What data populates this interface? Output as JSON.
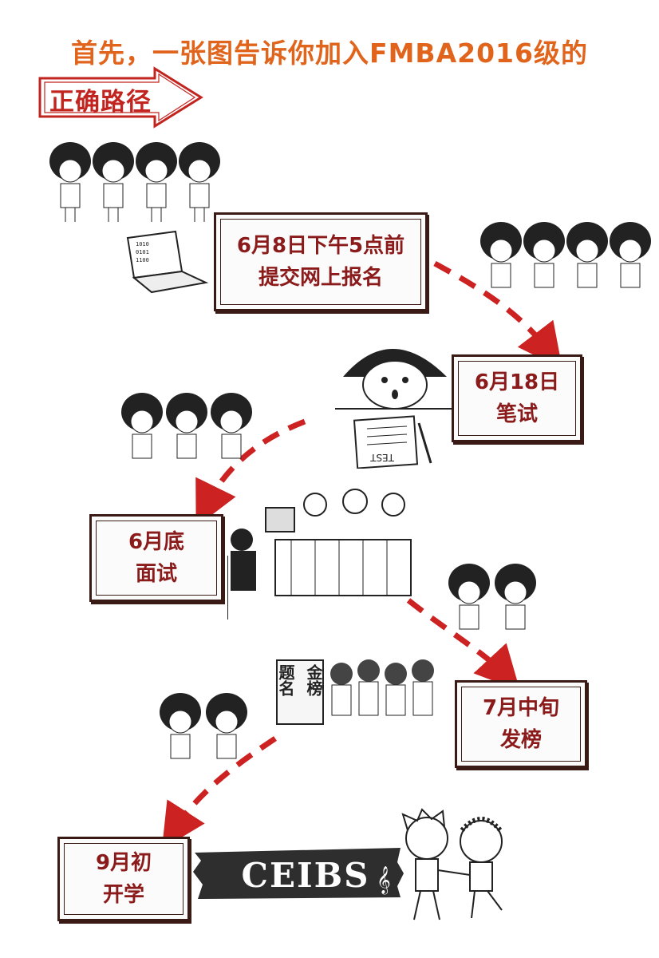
{
  "title": "首先，一张图告诉你加入FMBA2016级的",
  "path_badge": "正确路径",
  "steps": [
    {
      "line1": "6月8日下午5点前",
      "line2": "提交网上报名"
    },
    {
      "line1": "6月18日",
      "line2": "笔试"
    },
    {
      "line1": "6月底",
      "line2": "面试"
    },
    {
      "line1": "7月中旬",
      "line2": "发榜"
    },
    {
      "line1": "9月初",
      "line2": "开学"
    }
  ],
  "test_paper_label": "TEST",
  "banner_sign": {
    "col1": "金榜",
    "col2": "题名"
  },
  "ceibs_logo": "CEIBS",
  "colors": {
    "title": "#e0641c",
    "box_text": "#8b1a1a",
    "arrow": "#cc2222",
    "border": "#3a1a14"
  }
}
